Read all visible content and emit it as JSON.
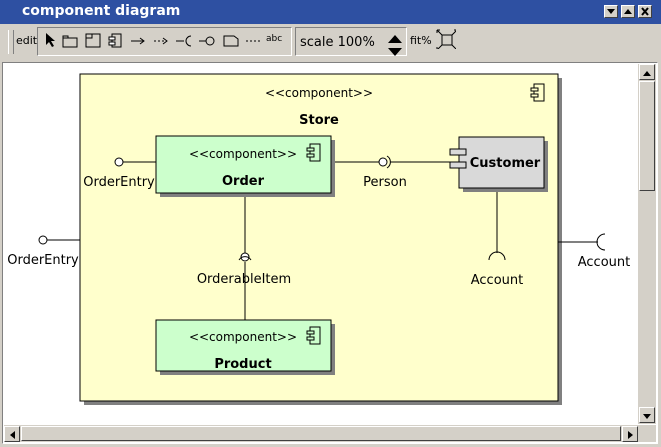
{
  "window": {
    "title": "component diagram",
    "buttons": [
      "minimize-icon",
      "maximize-icon",
      "close-icon"
    ]
  },
  "toolbar": {
    "edit_label": "edit",
    "tools": [
      "arrow-select-icon",
      "package-icon",
      "frame-icon",
      "component-icon",
      "dependency-arrow-icon",
      "dashed-arrow-icon",
      "required-interface-icon",
      "provided-interface-icon",
      "note-icon",
      "anchor-line-icon",
      "text-icon"
    ],
    "text_tool_label": "abc",
    "scale_label": "scale 100%",
    "fit_label": "fit%",
    "fit_icon": "fit-window-icon"
  },
  "diagram": {
    "store": {
      "stereotype": "<<component>>",
      "name": "Store"
    },
    "order": {
      "stereotype": "<<component>>",
      "name": "Order"
    },
    "product": {
      "stereotype": "<<component>>",
      "name": "Product"
    },
    "customer": {
      "name": "Customer"
    },
    "labels": {
      "order_entry_inner": "OrderEntry",
      "order_entry_outer": "OrderEntry",
      "person": "Person",
      "orderable_item": "OrderableItem",
      "account_inner": "Account",
      "account_outer": "Account"
    },
    "colors": {
      "store_fill": "#ffffcc",
      "component_fill": "#ccffcc",
      "customer_fill": "#d9d9d9",
      "titlebar": "#2e50a2",
      "chrome": "#d4d0c8"
    }
  }
}
